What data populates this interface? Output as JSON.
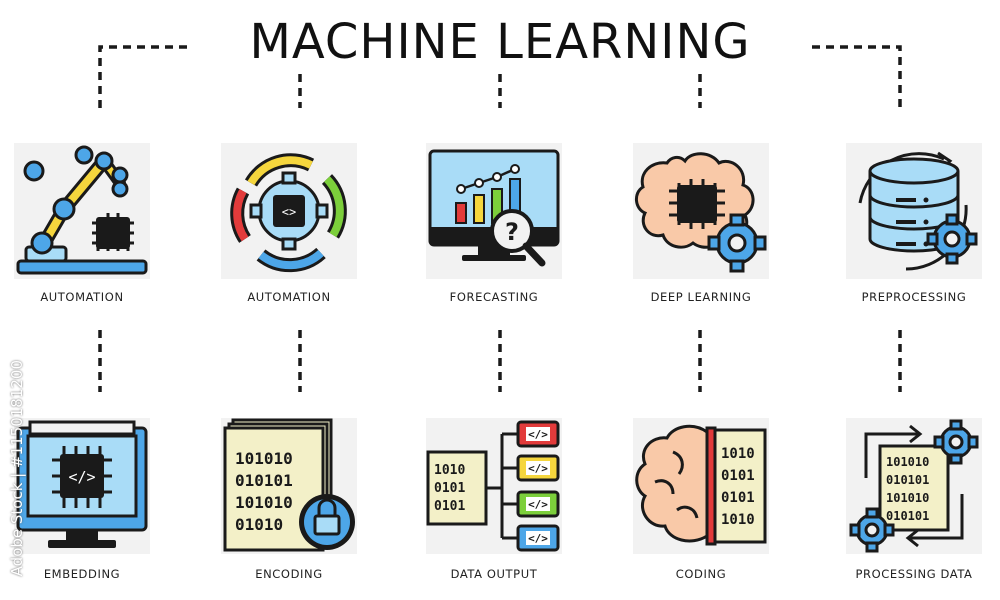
{
  "title": "MACHINE LEARNING",
  "stock_id": "Adobe Stock | #1150181200",
  "colors": {
    "outline": "#1a1a1a",
    "yellow": "#f5d63d",
    "blue": "#4da6e8",
    "light_blue": "#a9dcf7",
    "beige": "#f3f0c8",
    "red": "#e23b3b",
    "green": "#7ccf3b",
    "brain": "#f9c9a8",
    "tile_bg": "#f2f2f2"
  },
  "icons": [
    {
      "label": "AUTOMATION",
      "icon": "robot-arm-icon"
    },
    {
      "label": "AUTOMATION",
      "icon": "cycle-gear-chip-icon"
    },
    {
      "label": "FORECASTING",
      "icon": "monitor-chart-search-icon"
    },
    {
      "label": "DEEP LEARNING",
      "icon": "brain-chip-gear-icon"
    },
    {
      "label": "PREPROCESSING",
      "icon": "database-gear-icon"
    },
    {
      "label": "EMBEDDING",
      "icon": "monitor-chip-icon"
    },
    {
      "label": "ENCODING",
      "icon": "binary-docs-lock-icon"
    },
    {
      "label": "DATA OUTPUT",
      "icon": "binary-code-tree-icon"
    },
    {
      "label": "CODING",
      "icon": "brain-binary-icon"
    },
    {
      "label": "PROCESSING DATA",
      "icon": "binary-doc-gears-icon"
    }
  ]
}
